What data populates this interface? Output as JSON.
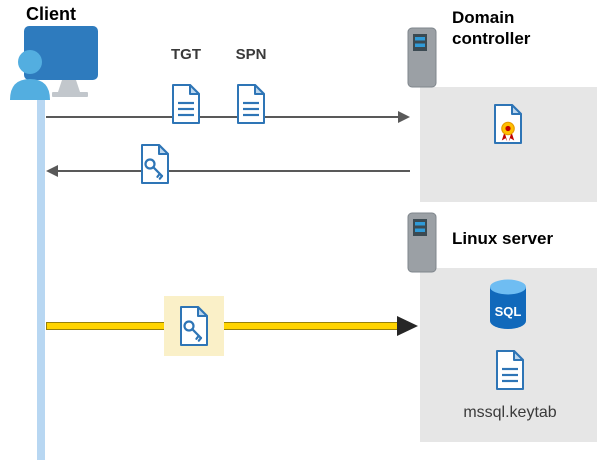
{
  "diagram": {
    "client": {
      "label": "Client"
    },
    "tickets": {
      "tgt_label": "TGT",
      "spn_label": "SPN"
    },
    "domain_controller": {
      "label": "Domain controller"
    },
    "linux_server": {
      "label": "Linux server",
      "sql_badge": "SQL",
      "keytab_filename": "mssql.keytab"
    },
    "colors": {
      "monitor_blue": "#2e7bbe",
      "person_blue": "#53aee0",
      "lifeline_blue": "#b8d7f2",
      "document_blue": "#2e75b6",
      "panel_gray": "#e6e6e6",
      "server_gray": "#9ba0a5",
      "arrow_gray": "#595959",
      "flow_arrow_yellow": "#ffd400",
      "highlight_yellow": "#faf0c8",
      "sql_body_blue": "#1169bb",
      "certificate_gold": "#ffc000",
      "certificate_red": "#c00000"
    }
  }
}
